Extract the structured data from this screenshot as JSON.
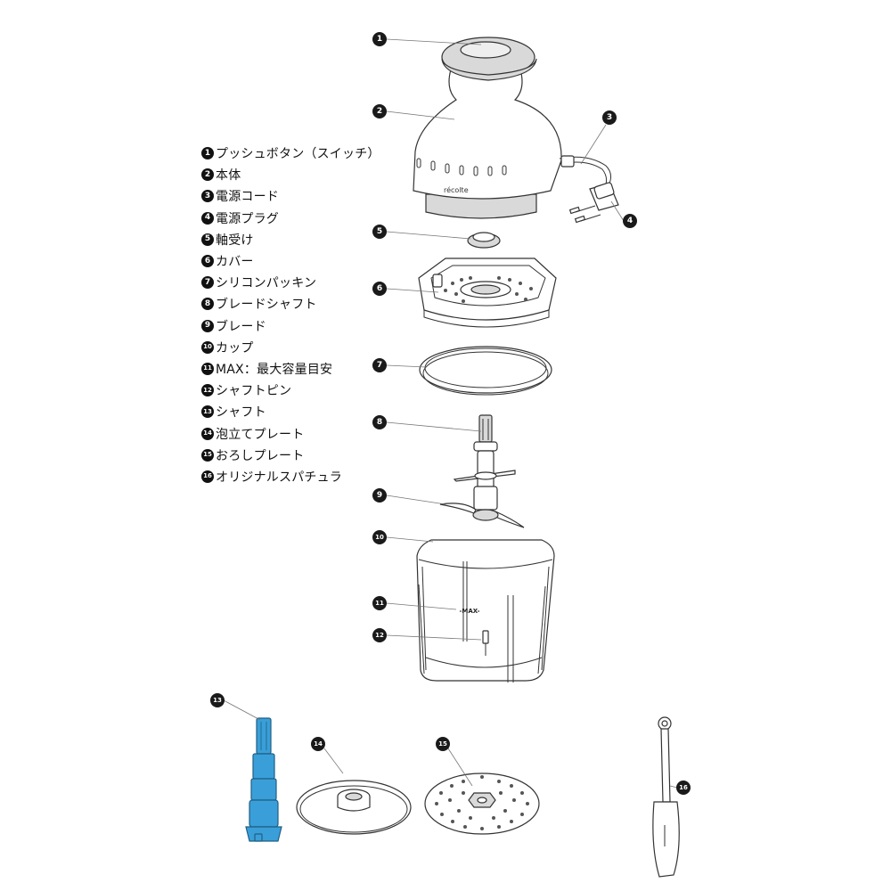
{
  "legend": [
    {
      "num": "1",
      "label": "プッシュボタン（スイッチ）"
    },
    {
      "num": "2",
      "label": "本体"
    },
    {
      "num": "3",
      "label": "電源コード"
    },
    {
      "num": "4",
      "label": "電源プラグ"
    },
    {
      "num": "5",
      "label": "軸受け"
    },
    {
      "num": "6",
      "label": "カバー"
    },
    {
      "num": "7",
      "label": "シリコンパッキン"
    },
    {
      "num": "8",
      "label": "ブレードシャフト"
    },
    {
      "num": "9",
      "label": "ブレード"
    },
    {
      "num": "10",
      "label": "カップ"
    },
    {
      "num": "11",
      "label": "MAX：最大容量目安"
    },
    {
      "num": "12",
      "label": "シャフトピン"
    },
    {
      "num": "13",
      "label": "シャフト"
    },
    {
      "num": "14",
      "label": "泡立てプレート"
    },
    {
      "num": "15",
      "label": "おろしプレート"
    },
    {
      "num": "16",
      "label": "オリジナルスパチュラ"
    }
  ],
  "brand_mark": "récolte",
  "max_mark": "-MAX-",
  "colors": {
    "callout": "#1a1a1a",
    "shaft_blue": "#3a9fd8",
    "line": "#333333"
  }
}
